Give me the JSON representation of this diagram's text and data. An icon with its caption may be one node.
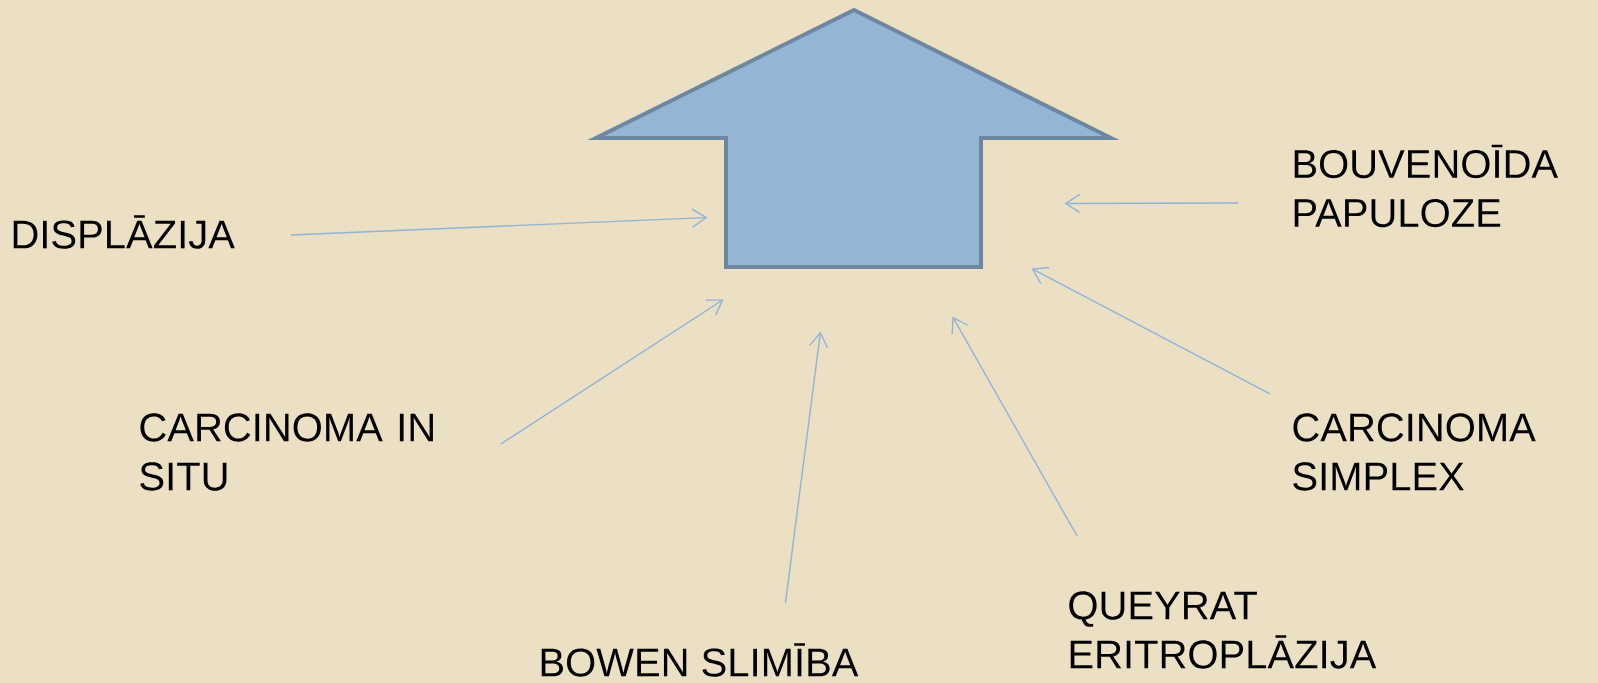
{
  "diagram": {
    "nodes": [
      {
        "text": [],
        "shape": "arrow"
      },
      {
        "text": [
          "DISPLĀZIJA"
        ]
      },
      {
        "text": [
          "BOUVENOĪDA PAPULOZE"
        ]
      },
      {
        "text": [
          "CARCINOMA IN SITU"
        ]
      },
      {
        "text": [
          "CARCINOMA SIMPLEX"
        ]
      },
      {
        "text": [
          "BOWEN SLIMĪBA"
        ]
      },
      {
        "text": [
          "QUEYRAT ERITROPLĀZIJA"
        ]
      }
    ],
    "edges": [
      {
        "from": 1,
        "to": 0,
        "arrow": "to"
      },
      {
        "from": 2,
        "to": 0,
        "arrow": "to"
      },
      {
        "from": 3,
        "to": 0,
        "arrow": "to"
      },
      {
        "from": 5,
        "to": 0,
        "arrow": "to"
      },
      {
        "from": 6,
        "to": 0,
        "arrow": "to"
      },
      {
        "from": 4,
        "to": 0,
        "arrow": "to"
      }
    ]
  }
}
